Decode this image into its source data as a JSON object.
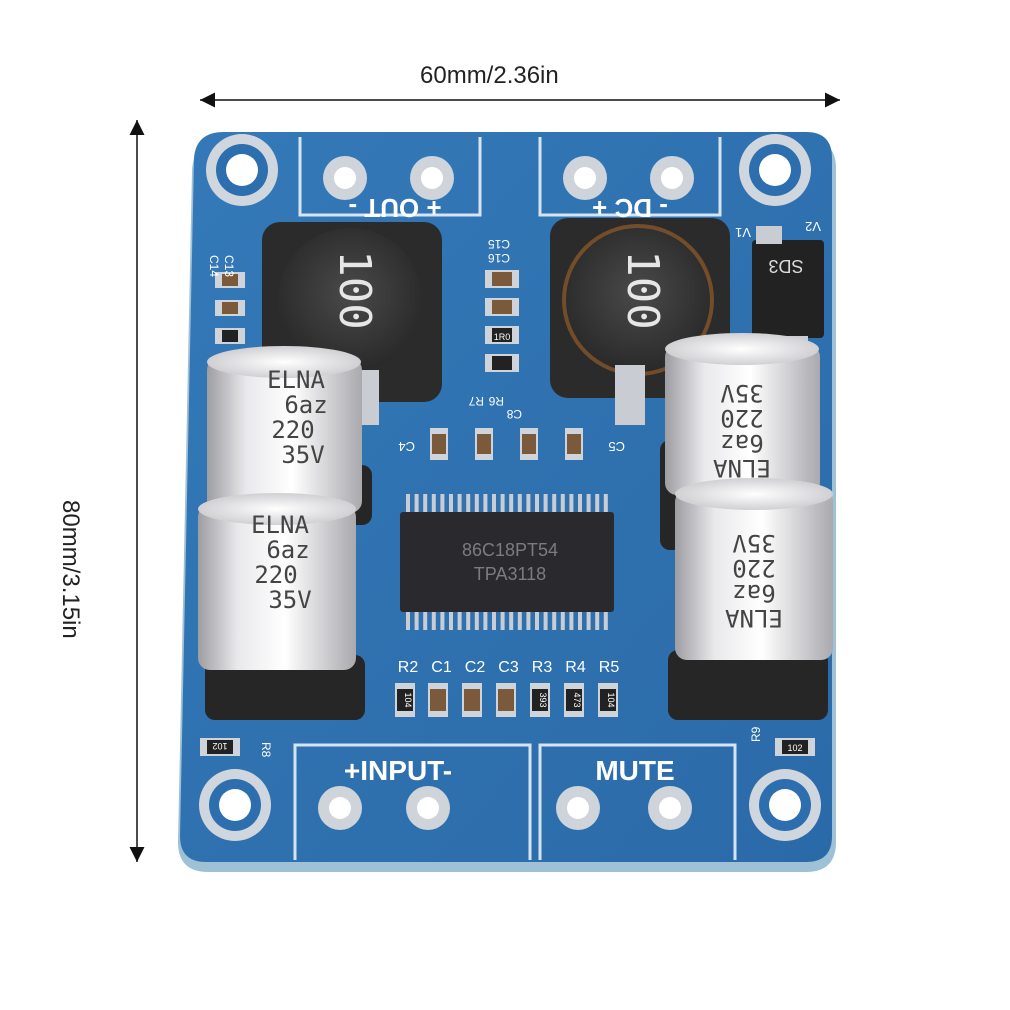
{
  "dimensions": {
    "width_label": "60mm/2.36in",
    "height_label": "80mm/3.15in"
  },
  "board": {
    "out_label": "+ OUT -",
    "dc_label": "- DC +",
    "input_label": "+INPUT-",
    "mute_label": "MUTE",
    "chip_line1": "86C18PT54",
    "chip_line2": "TPA3118",
    "inductor_marking": "100",
    "cap_brand": "ELNA",
    "cap_series": "6az",
    "cap_value": "220",
    "cap_voltage": "35V",
    "diode_marking": "SD3",
    "component_labels": [
      "R2",
      "C1",
      "C2",
      "C3",
      "R3",
      "R4",
      "R5"
    ],
    "resistor_marking_102": "102",
    "resistor_marking_104": "104",
    "resistor_marking_473": "473",
    "resistor_marking_1R0": "1R0",
    "resistor_marking_393": "393",
    "label_v1": "V1",
    "label_v2": "V2",
    "label_c4": "C4",
    "label_c5": "C5",
    "label_c8": "C8",
    "label_c13": "C13",
    "label_c14": "C14",
    "label_c15": "C15",
    "label_c16": "C16",
    "label_r6": "R6",
    "label_r7": "R7",
    "label_r8": "R8",
    "label_r9": "R9"
  },
  "colors": {
    "pcb": "#2d6fae",
    "pcb_dark": "#1f5a94",
    "silkscreen": "#ffffff",
    "chip": "#2a2a2e",
    "inductor": "#3a3a3a",
    "capacitor": "#d9d9db",
    "pad": "#c9ccd2"
  }
}
